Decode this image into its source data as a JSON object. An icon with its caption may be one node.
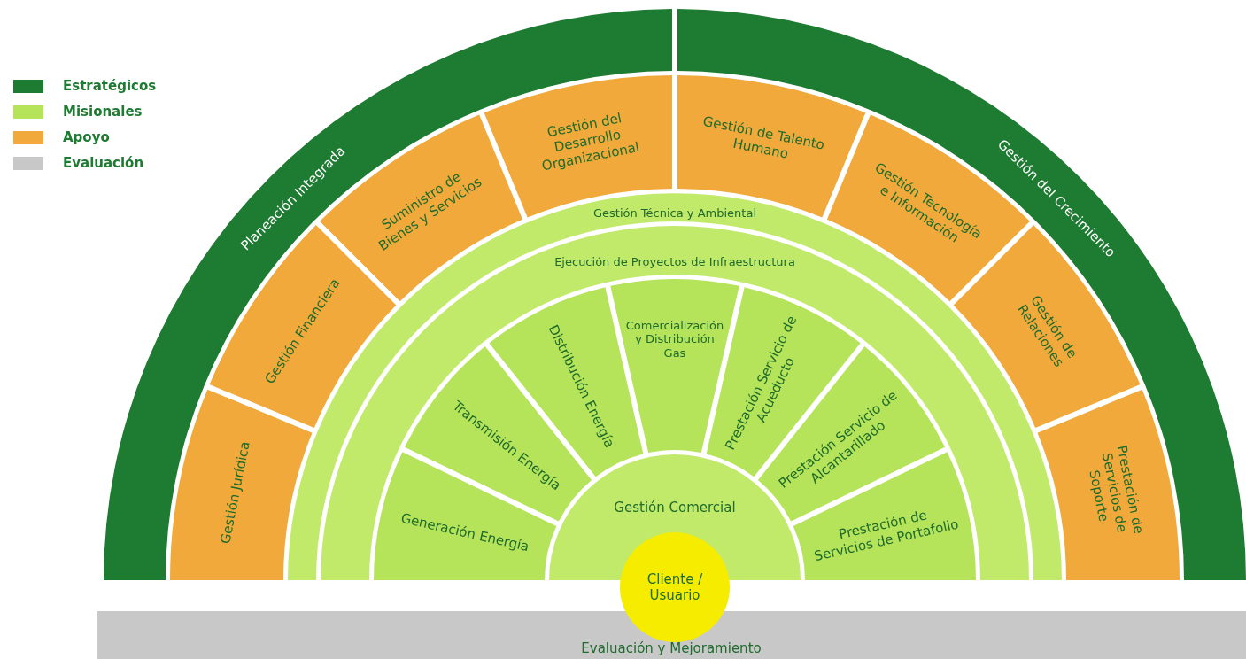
{
  "diagram": {
    "nodes": [
      {
        "text": [
          "Planeación Integrada"
        ]
      },
      {
        "text": [
          "Gestión del Crecimiento"
        ]
      },
      {
        "text": [
          "Gestión Jurídica"
        ]
      },
      {
        "text": [
          "Gestión Financiera"
        ]
      },
      {
        "text": [
          "Suministro de Bienes y Servicios"
        ]
      },
      {
        "text": [
          "Gestión del Desarrollo Organizacional"
        ]
      },
      {
        "text": [
          "Gestión de Talento Humano"
        ]
      },
      {
        "text": [
          "Gestión Tecnología e Información"
        ]
      },
      {
        "text": [
          "Gestión de Relaciones"
        ]
      },
      {
        "text": [
          "Prestación de Servicios de Soporte"
        ]
      },
      {
        "text": [
          "Gestión Técnica y Ambiental"
        ]
      },
      {
        "text": [
          "Ejecución de Proyectos de Infraestructura"
        ]
      },
      {
        "text": [
          "Generación Energía"
        ]
      },
      {
        "text": [
          "Transmisión Energía"
        ]
      },
      {
        "text": [
          "Distribución Energía"
        ]
      },
      {
        "text": [
          "Comercialización y Distribución Gas"
        ]
      },
      {
        "text": [
          "Prestación Servicio de Acueducto"
        ]
      },
      {
        "text": [
          "Prestación Servicio de Alcantarillado"
        ]
      },
      {
        "text": [
          "Prestación de Servicios de Portafolio"
        ]
      },
      {
        "text": [
          "Gestión Comercial"
        ]
      },
      {
        "text": [
          "Cliente / Usuario"
        ]
      },
      {
        "text": [
          "Evaluación y Mejoramiento"
        ]
      }
    ],
    "legend": [
      {
        "text": "Estratégicos",
        "color": "#1e7b32"
      },
      {
        "text": "Misionales",
        "color": "#b5e35a"
      },
      {
        "text": "Apoyo",
        "color": "#f0a93a"
      },
      {
        "text": "Evaluación",
        "color": "#c8c8c8"
      }
    ]
  }
}
